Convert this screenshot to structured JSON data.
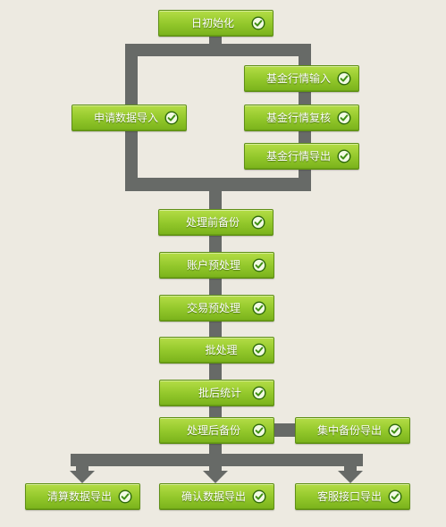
{
  "colors": {
    "background": "#EDEAE1",
    "connector": "#676A67",
    "button_top": "#B4DD46",
    "button_mid": "#93C82B",
    "button_bottom": "#79B21B",
    "button_border": "#5F8F17",
    "button_text": "#FFFFFF",
    "check_fill": "#F2FAE4",
    "check_stroke": "#2F6A0C",
    "check_mark": "#3D8F12"
  },
  "icons": {
    "step_status": "check-circle-icon",
    "connector_end": "arrow-down-icon"
  },
  "flow": {
    "daily_init": {
      "label": "日初始化"
    },
    "apply_data_import": {
      "label": "申请数据导入"
    },
    "fund_quote_input": {
      "label": "基金行情输入"
    },
    "fund_quote_review": {
      "label": "基金行情复核"
    },
    "fund_quote_export": {
      "label": "基金行情导出"
    },
    "pre_process_backup": {
      "label": "处理前备份"
    },
    "account_preprocess": {
      "label": "账户预处理"
    },
    "trade_preprocess": {
      "label": "交易预处理"
    },
    "batch_process": {
      "label": "批处理"
    },
    "post_batch_stats": {
      "label": "批后统计"
    },
    "post_process_backup": {
      "label": "处理后备份"
    },
    "central_backup_export": {
      "label": "集中备份导出"
    },
    "clearing_data_export": {
      "label": "清算数据导出"
    },
    "confirm_data_export": {
      "label": "确认数据导出"
    },
    "service_interface_export": {
      "label": "客服接口导出"
    }
  }
}
